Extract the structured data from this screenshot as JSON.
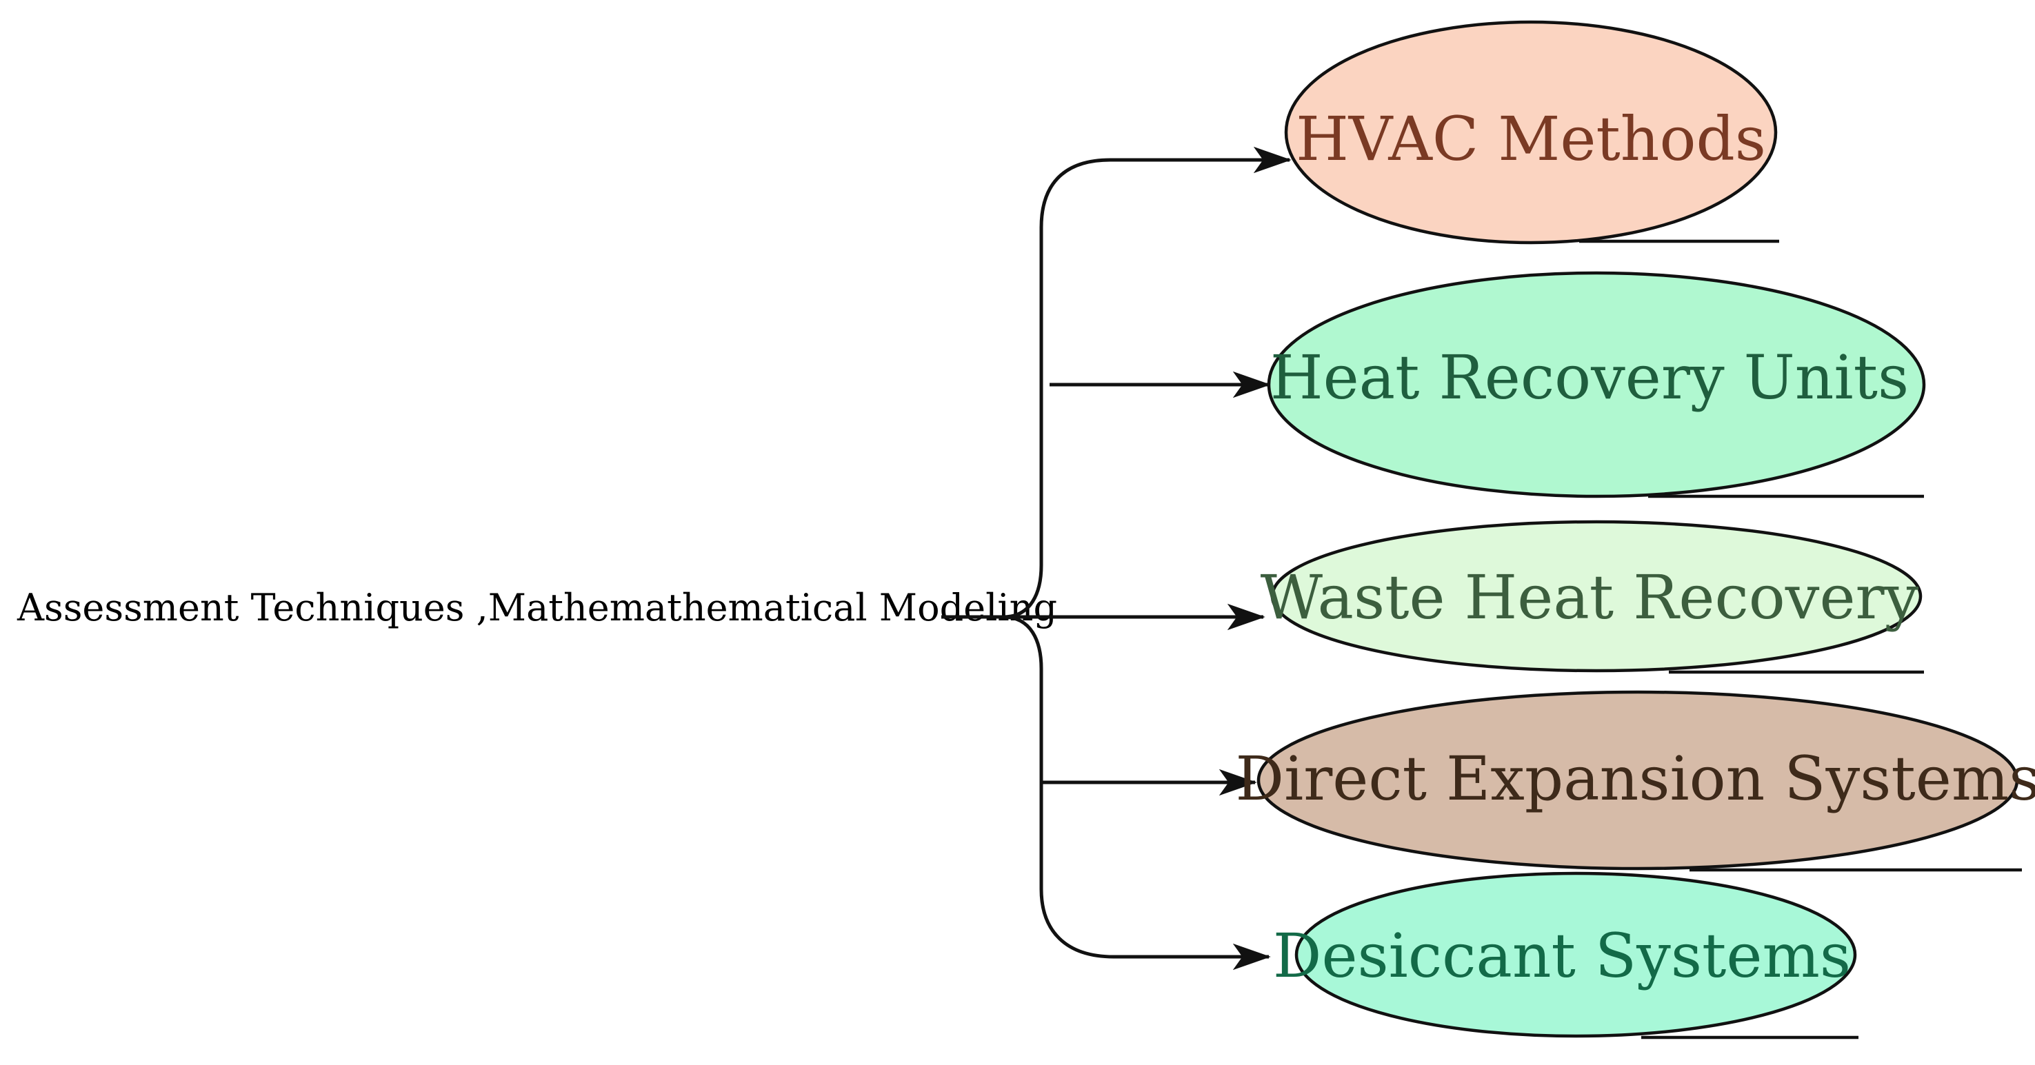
{
  "root": {
    "label": "Assessment Techniques ,Mathemathematical Modeling"
  },
  "nodes": [
    {
      "id": "hvac-methods",
      "label": "HVAC Methods",
      "fill": "#fbd4c1",
      "text_color": "#7a3a24"
    },
    {
      "id": "heat-recovery-units",
      "label": "Heat Recovery Units",
      "fill": "#b0f8d0",
      "text_color": "#1f5e3e"
    },
    {
      "id": "waste-heat-recovery",
      "label": "Waste Heat Recovery",
      "fill": "#def9da",
      "text_color": "#3c5e3e"
    },
    {
      "id": "direct-expansion-systems",
      "label": "Direct Expansion Systems",
      "fill": "#d6bba8",
      "text_color": "#3e2a1a"
    },
    {
      "id": "desiccant-systems",
      "label": "Desiccant Systems",
      "fill": "#a8f8d8",
      "text_color": "#136a48"
    }
  ]
}
